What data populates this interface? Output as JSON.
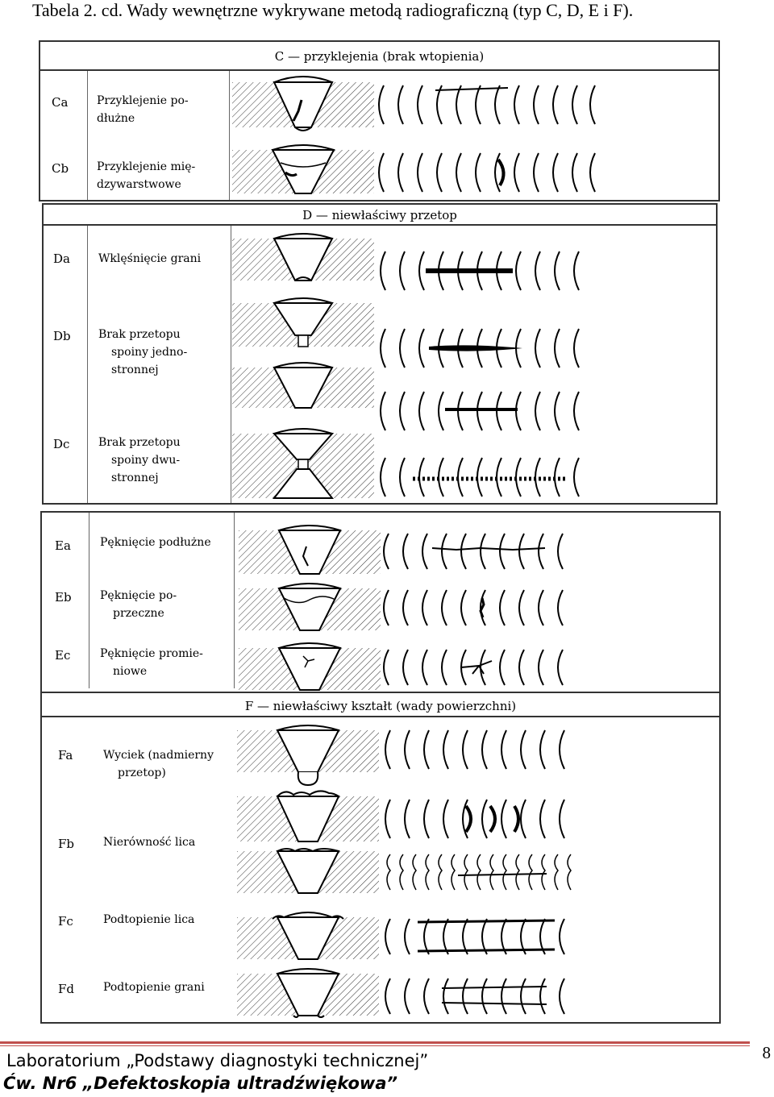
{
  "caption": "Tabela 2. cd. Wady wewnętrzne wykrywane metodą radiograficzną (typ C, D, E i F).",
  "sections": {
    "C": {
      "title": "C — przyklejenia (brak wtopienia)"
    },
    "D": {
      "title": "D — niewłaściwy przetop"
    },
    "F": {
      "title": "F — niewłaściwy kształt (wady powierzchni)"
    }
  },
  "rows": {
    "Ca": {
      "code": "Ca",
      "label_lines": [
        "Przyklejenie po-",
        "dłużne"
      ]
    },
    "Cb": {
      "code": "Cb",
      "label_lines": [
        "Przyklejenie mię-",
        "dzywarstwowe"
      ]
    },
    "Da": {
      "code": "Da",
      "label_lines": [
        "Wklęśnięcie grani"
      ]
    },
    "Db": {
      "code": "Db",
      "label_lines": [
        "Brak przetopu",
        "spoiny jedno-",
        "stronnej"
      ]
    },
    "Dc": {
      "code": "Dc",
      "label_lines": [
        "Brak przetopu",
        "spoiny dwu-",
        "stronnej"
      ]
    },
    "Ea": {
      "code": "Ea",
      "label_lines": [
        "Pęknięcie podłużne"
      ]
    },
    "Eb": {
      "code": "Eb",
      "label_lines": [
        "Pęknięcie po-",
        "przeczne"
      ]
    },
    "Ec": {
      "code": "Ec",
      "label_lines": [
        "Pęknięcie promie-",
        "niowe"
      ]
    },
    "Fa": {
      "code": "Fa",
      "label_lines": [
        "Wyciek (nadmierny",
        "przetop)"
      ]
    },
    "Fb": {
      "code": "Fb",
      "label_lines": [
        "Nierówność lica"
      ]
    },
    "Fc": {
      "code": "Fc",
      "label_lines": [
        "Podtopienie lica"
      ]
    },
    "Fd": {
      "code": "Fd",
      "label_lines": [
        "Podtopienie grani"
      ]
    }
  },
  "footer": {
    "line1": "Laboratorium „Podstawy diagnostyki technicznej”",
    "line2": "Ćw. Nr6 „Defektoskopia ultradźwiękowa”",
    "page_number": "8"
  },
  "colors": {
    "footer_rule": "#c0504d",
    "ink": "#000000"
  }
}
